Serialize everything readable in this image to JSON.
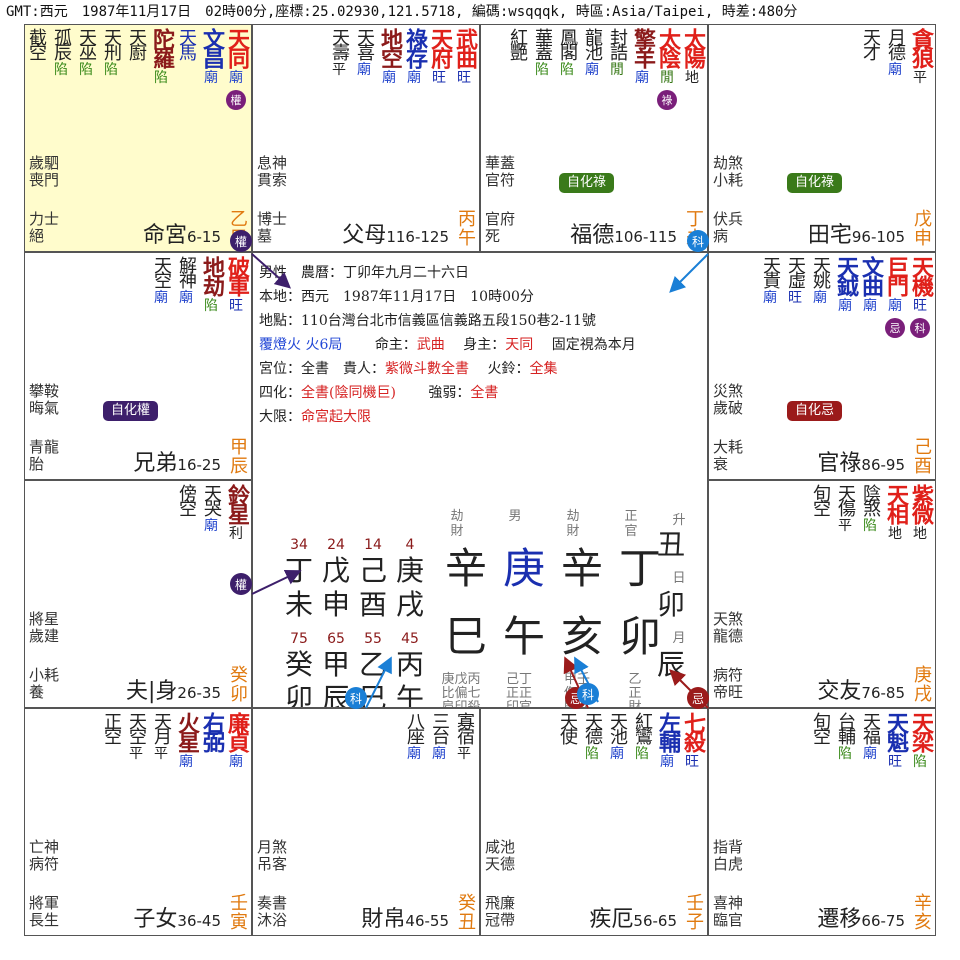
{
  "header": {
    "line": "GMT:西元　1987年11月17日　02時00分,座標:25.02930,121.5718, 編碼:wsqqqk, 時區:Asia/Taipei, 時差:480分"
  },
  "colors": {
    "major_red": "#e0201a",
    "major_blue": "#1a2fb0",
    "minor_dark": "#222",
    "maroon": "#8b1a1a",
    "temple": "#2244cc",
    "prosper": "#1a2fb0",
    "trap": "#3a8a1a",
    "purple": "#7a1f7a",
    "quan": "#3d1f6b",
    "ke": "#1a7fd6",
    "ji": "#9b1b1b",
    "lu_tag": "#3a7a1a",
    "zodiac": "#e07a10",
    "mingbg": "#fffccc"
  },
  "palaces": [
    {
      "id": "ming",
      "name": "命宮",
      "range": "6-15",
      "stem": "乙",
      "branch": "巳",
      "stars": [
        {
          "name": "天同",
          "color": "#e0201a",
          "major": true,
          "brightness": "廟",
          "bcolor": "#2244cc",
          "sihua": "權",
          "scolor": "#7a1f7a"
        },
        {
          "name": "文昌",
          "color": "#1a2fb0",
          "major": true,
          "brightness": "廟",
          "bcolor": "#2244cc"
        },
        {
          "name": "天馬",
          "color": "#1a2fb0",
          "major": false,
          "brightness": "",
          "bcolor": ""
        },
        {
          "name": "陀羅",
          "color": "#8b1a1a",
          "major": true,
          "brightness": "陷",
          "bcolor": "#3a8a1a"
        },
        {
          "name": "天廚",
          "color": "#222",
          "major": false,
          "brightness": "",
          "bcolor": ""
        },
        {
          "name": "天刑",
          "color": "#222",
          "major": false,
          "brightness": "陷",
          "bcolor": "#3a8a1a"
        },
        {
          "name": "天巫",
          "color": "#222",
          "major": false,
          "brightness": "陷",
          "bcolor": "#3a8a1a"
        },
        {
          "name": "孤辰",
          "color": "#222",
          "major": false,
          "brightness": "陷",
          "bcolor": "#3a8a1a"
        },
        {
          "name": "截空",
          "color": "#222",
          "major": false,
          "brightness": "",
          "bcolor": ""
        }
      ],
      "misc": [
        [
          "歲",
          "駟"
        ],
        [
          "喪",
          "門"
        ]
      ],
      "lower": [
        [
          "力",
          "士"
        ],
        [
          "絕"
        ]
      ],
      "tag": null
    },
    {
      "id": "fumu",
      "name": "父母",
      "range": "116-125",
      "stem": "丙",
      "branch": "午",
      "stars": [
        {
          "name": "武曲",
          "color": "#e0201a",
          "major": true,
          "brightness": "旺",
          "bcolor": "#1a2fb0"
        },
        {
          "name": "天府",
          "color": "#e0201a",
          "major": true,
          "brightness": "旺",
          "bcolor": "#1a2fb0"
        },
        {
          "name": "祿存",
          "color": "#1a2fb0",
          "major": true,
          "brightness": "廟",
          "bcolor": "#2244cc"
        },
        {
          "name": "地空",
          "color": "#8b1a1a",
          "major": true,
          "brightness": "廟",
          "bcolor": "#2244cc"
        },
        {
          "name": "天喜",
          "color": "#222",
          "major": false,
          "brightness": "廟",
          "bcolor": "#2244cc"
        },
        {
          "name": "天壽",
          "color": "#222",
          "major": false,
          "brightness": "平",
          "bcolor": "#222"
        }
      ],
      "misc": [
        [
          "息",
          "神"
        ],
        [
          "貫",
          "索"
        ]
      ],
      "lower": [
        [
          "博",
          "士"
        ],
        [
          "墓"
        ]
      ],
      "tag": null
    },
    {
      "id": "fude",
      "name": "福德",
      "range": "106-115",
      "stem": "丁",
      "branch": "未",
      "stars": [
        {
          "name": "太陽",
          "color": "#e0201a",
          "major": true,
          "brightness": "地",
          "bcolor": "#222"
        },
        {
          "name": "太陰",
          "color": "#e0201a",
          "major": true,
          "brightness": "閒",
          "bcolor": "#3a7a1a",
          "sihua": "祿",
          "scolor": "#7a1f7a"
        },
        {
          "name": "擎羊",
          "color": "#8b1a1a",
          "major": true,
          "brightness": "廟",
          "bcolor": "#2244cc"
        },
        {
          "name": "封誥",
          "color": "#222",
          "major": false,
          "brightness": "閒",
          "bcolor": "#3a7a1a"
        },
        {
          "name": "龍池",
          "color": "#222",
          "major": false,
          "brightness": "廟",
          "bcolor": "#2244cc"
        },
        {
          "name": "鳳閣",
          "color": "#222",
          "major": false,
          "brightness": "陷",
          "bcolor": "#3a8a1a"
        },
        {
          "name": "華蓋",
          "color": "#222",
          "major": false,
          "brightness": "陷",
          "bcolor": "#3a8a1a"
        },
        {
          "name": "紅艷",
          "color": "#222",
          "major": false,
          "brightness": "",
          "bcolor": ""
        }
      ],
      "misc": [
        [
          "華",
          "蓋"
        ],
        [
          "官",
          "符"
        ]
      ],
      "lower": [
        [
          "官",
          "府"
        ],
        [
          "死"
        ]
      ],
      "tag": {
        "label": "自化祿",
        "color": "#3a7a1a"
      }
    },
    {
      "id": "tianzhai",
      "name": "田宅",
      "range": "96-105",
      "stem": "戊",
      "branch": "申",
      "stars": [
        {
          "name": "貪狼",
          "color": "#e0201a",
          "major": true,
          "brightness": "平",
          "bcolor": "#222"
        },
        {
          "name": "月德",
          "color": "#222",
          "major": false,
          "brightness": "廟",
          "bcolor": "#2244cc"
        },
        {
          "name": "天才",
          "color": "#222",
          "major": false,
          "brightness": "",
          "bcolor": ""
        }
      ],
      "misc": [
        [
          "劫",
          "煞"
        ],
        [
          "小",
          "耗"
        ]
      ],
      "lower": [
        [
          "伏",
          "兵"
        ],
        [
          "病"
        ]
      ],
      "tag": {
        "label": "自化祿",
        "color": "#3a7a1a"
      }
    },
    {
      "id": "guanlu",
      "name": "官祿",
      "range": "86-95",
      "stem": "己",
      "branch": "酉",
      "stars": [
        {
          "name": "天機",
          "color": "#e0201a",
          "major": true,
          "brightness": "旺",
          "bcolor": "#1a2fb0",
          "sihua": "科",
          "scolor": "#7a1f7a"
        },
        {
          "name": "巨門",
          "color": "#e0201a",
          "major": true,
          "brightness": "廟",
          "bcolor": "#2244cc",
          "sihua": "忌",
          "scolor": "#7a1f7a"
        },
        {
          "name": "文曲",
          "color": "#1a2fb0",
          "major": true,
          "brightness": "廟",
          "bcolor": "#2244cc"
        },
        {
          "name": "天鉞",
          "color": "#1a2fb0",
          "major": true,
          "brightness": "廟",
          "bcolor": "#2244cc"
        },
        {
          "name": "天姚",
          "color": "#222",
          "major": false,
          "brightness": "廟",
          "bcolor": "#2244cc"
        },
        {
          "name": "天虛",
          "color": "#222",
          "major": false,
          "brightness": "旺",
          "bcolor": "#1a2fb0"
        },
        {
          "name": "天貴",
          "color": "#222",
          "major": false,
          "brightness": "廟",
          "bcolor": "#2244cc"
        }
      ],
      "misc": [
        [
          "災",
          "煞"
        ],
        [
          "歲",
          "破"
        ]
      ],
      "lower": [
        [
          "大",
          "耗"
        ],
        [
          "衰"
        ]
      ],
      "tag": {
        "label": "自化忌",
        "color": "#9b1b1b"
      }
    },
    {
      "id": "jiaoyou",
      "name": "交友",
      "range": "76-85",
      "stem": "庚",
      "branch": "戌",
      "stars": [
        {
          "name": "紫微",
          "color": "#e0201a",
          "major": true,
          "brightness": "地",
          "bcolor": "#222"
        },
        {
          "name": "天相",
          "color": "#e0201a",
          "major": true,
          "brightness": "地",
          "bcolor": "#222"
        },
        {
          "name": "陰煞",
          "color": "#222",
          "major": false,
          "brightness": "陷",
          "bcolor": "#3a8a1a"
        },
        {
          "name": "天傷",
          "color": "#222",
          "major": false,
          "brightness": "平",
          "bcolor": "#222"
        },
        {
          "name": "旬空",
          "color": "#222",
          "major": false,
          "brightness": "",
          "bcolor": ""
        }
      ],
      "misc": [
        [
          "天",
          "煞"
        ],
        [
          "龍",
          "德"
        ]
      ],
      "lower": [
        [
          "病",
          "符"
        ],
        [
          "帝",
          "旺"
        ]
      ],
      "tag": null
    },
    {
      "id": "qianyi",
      "name": "遷移",
      "range": "66-75",
      "stem": "辛",
      "branch": "亥",
      "stars": [
        {
          "name": "天梁",
          "color": "#e0201a",
          "major": true,
          "brightness": "陷",
          "bcolor": "#3a8a1a"
        },
        {
          "name": "天魁",
          "color": "#1a2fb0",
          "major": true,
          "brightness": "旺",
          "bcolor": "#1a2fb0"
        },
        {
          "name": "天福",
          "color": "#222",
          "major": false,
          "brightness": "廟",
          "bcolor": "#2244cc"
        },
        {
          "name": "台輔",
          "color": "#222",
          "major": false,
          "brightness": "陷",
          "bcolor": "#3a8a1a"
        },
        {
          "name": "旬空",
          "color": "#222",
          "major": false,
          "brightness": "",
          "bcolor": ""
        }
      ],
      "misc": [
        [
          "指",
          "背"
        ],
        [
          "白",
          "虎"
        ]
      ],
      "lower": [
        [
          "喜",
          "神"
        ],
        [
          "臨",
          "官"
        ]
      ],
      "tag": null
    },
    {
      "id": "jie",
      "name": "疾厄",
      "range": "56-65",
      "stem": "壬",
      "branch": "子",
      "stars": [
        {
          "name": "七殺",
          "color": "#e0201a",
          "major": true,
          "brightness": "旺",
          "bcolor": "#1a2fb0"
        },
        {
          "name": "左輔",
          "color": "#1a2fb0",
          "major": true,
          "brightness": "廟",
          "bcolor": "#2244cc"
        },
        {
          "name": "紅鸞",
          "color": "#222",
          "major": false,
          "brightness": "陷",
          "bcolor": "#3a8a1a"
        },
        {
          "name": "天池",
          "color": "#222",
          "major": false,
          "brightness": "廟",
          "bcolor": "#2244cc"
        },
        {
          "name": "天德",
          "color": "#222",
          "major": false,
          "brightness": "陷",
          "bcolor": "#3a8a1a"
        },
        {
          "name": "天使",
          "color": "#222",
          "major": false,
          "brightness": "",
          "bcolor": ""
        }
      ],
      "misc": [
        [
          "咸",
          "池"
        ],
        [
          "天",
          "德"
        ]
      ],
      "lower": [
        [
          "飛",
          "廉"
        ],
        [
          "冠",
          "帶"
        ]
      ],
      "tag": null
    },
    {
      "id": "caibo",
      "name": "財帛",
      "range": "46-55",
      "stem": "癸",
      "branch": "丑",
      "stars": [
        {
          "name": "寡宿",
          "color": "#222",
          "major": false,
          "brightness": "平",
          "bcolor": "#222"
        },
        {
          "name": "三台",
          "color": "#222",
          "major": false,
          "brightness": "廟",
          "bcolor": "#2244cc"
        },
        {
          "name": "八座",
          "color": "#222",
          "major": false,
          "brightness": "廟",
          "bcolor": "#2244cc"
        }
      ],
      "misc": [
        [
          "月",
          "煞"
        ],
        [
          "吊",
          "客"
        ]
      ],
      "lower": [
        [
          "奏",
          "書"
        ],
        [
          "沐",
          "浴"
        ]
      ],
      "tag": null
    },
    {
      "id": "zinv",
      "name": "子女",
      "range": "36-45",
      "stem": "壬",
      "branch": "寅",
      "stars": [
        {
          "name": "廉貞",
          "color": "#e0201a",
          "major": true,
          "brightness": "廟",
          "bcolor": "#2244cc"
        },
        {
          "name": "右弼",
          "color": "#1a2fb0",
          "major": true,
          "brightness": "",
          "bcolor": ""
        },
        {
          "name": "火星",
          "color": "#8b1a1a",
          "major": true,
          "brightness": "廟",
          "bcolor": "#2244cc"
        },
        {
          "name": "天月",
          "color": "#222",
          "major": false,
          "brightness": "平",
          "bcolor": "#222"
        },
        {
          "name": "天空",
          "color": "#222",
          "major": false,
          "brightness": "平",
          "bcolor": "#222"
        },
        {
          "name": "正空",
          "color": "#222",
          "major": false,
          "brightness": "",
          "bcolor": ""
        }
      ],
      "misc": [
        [
          "亡",
          "神"
        ],
        [
          "病",
          "符"
        ]
      ],
      "lower": [
        [
          "將",
          "軍"
        ],
        [
          "長",
          "生"
        ]
      ],
      "tag": null
    },
    {
      "id": "fuqi",
      "name": "夫|身",
      "range": "26-35",
      "stem": "癸",
      "branch": "卯",
      "stars": [
        {
          "name": "鈴星",
          "color": "#8b1a1a",
          "major": true,
          "brightness": "利",
          "bcolor": "#222"
        },
        {
          "name": "天哭",
          "color": "#222",
          "major": false,
          "brightness": "廟",
          "bcolor": "#2244cc"
        },
        {
          "name": "傍空",
          "color": "#222",
          "major": false,
          "brightness": "",
          "bcolor": ""
        }
      ],
      "misc": [
        [
          "將",
          "星"
        ],
        [
          "歲",
          "建"
        ]
      ],
      "lower": [
        [
          "小",
          "耗"
        ],
        [
          "養"
        ]
      ],
      "tag": null
    },
    {
      "id": "xiongdi",
      "name": "兄弟",
      "range": "16-25",
      "stem": "甲",
      "branch": "辰",
      "stars": [
        {
          "name": "破軍",
          "color": "#e0201a",
          "major": true,
          "brightness": "旺",
          "bcolor": "#1a2fb0"
        },
        {
          "name": "地劫",
          "color": "#8b1a1a",
          "major": true,
          "brightness": "陷",
          "bcolor": "#3a8a1a"
        },
        {
          "name": "解神",
          "color": "#222",
          "major": false,
          "brightness": "廟",
          "bcolor": "#2244cc"
        },
        {
          "name": "天空",
          "color": "#222",
          "major": false,
          "brightness": "廟",
          "bcolor": "#2244cc"
        }
      ],
      "misc": [
        [
          "攀",
          "鞍"
        ],
        [
          "晦",
          "氣"
        ]
      ],
      "lower": [
        [
          "青",
          "龍"
        ],
        [
          "胎"
        ]
      ],
      "tag": {
        "label": "自化權",
        "color": "#3d1f6b"
      }
    }
  ],
  "center": {
    "lines": [
      {
        "label": "男性　農曆：丁卯年九月二十六日",
        "color": "#222"
      },
      {
        "label": "本地：西元　1987年11月17日　10時00分",
        "color": "#222"
      },
      {
        "label": "地點：110台灣台北市信義區信義路五段150巷2-11號",
        "color": "#222"
      }
    ],
    "l4_a": "覆燈火 火6局",
    "l4_b": "命主：",
    "l4_c": "武曲",
    "l4_d": "身主：",
    "l4_e": "天同",
    "l4_f": "固定視為本月",
    "l5_a": "宮位：全書　貴人：",
    "l5_b": "紫微斗數全書",
    "l5_c": "火鈴：",
    "l5_d": "全集",
    "l6_a": "四化：",
    "l6_b": "全書(陰同機巨)",
    "l6_c": "強弱：",
    "l6_d": "全書",
    "l7_a": "大限：",
    "l7_b": "命宮起大限",
    "tengods_top": [
      "劫財",
      "男",
      "劫財",
      "正官"
    ],
    "pillars_stem": [
      "辛",
      "庚",
      "辛",
      "丁"
    ],
    "pillars_branch": [
      "巳",
      "午",
      "亥",
      "卯"
    ],
    "hidden": [
      [
        "庚戊丙",
        "比偏七",
        "肩印殺"
      ],
      [
        "己丁",
        "正正",
        "印官"
      ],
      [
        "甲壬",
        "傷劫",
        "財財"
      ],
      [
        "乙",
        "正",
        "財"
      ]
    ],
    "luck_ages_top": [
      "34",
      "24",
      "14",
      "4"
    ],
    "luck_stems_top": [
      "丁",
      "戊",
      "己",
      "庚"
    ],
    "luck_branches_top": [
      "未",
      "申",
      "酉",
      "戌"
    ],
    "luck_ages_bottom": [
      "75",
      "65",
      "55",
      "45"
    ],
    "luck_stems_bottom": [
      "癸",
      "甲",
      "乙",
      "丙"
    ],
    "luck_branches_bottom": [
      "卯",
      "辰",
      "巳",
      "午"
    ],
    "sheng_label": "升",
    "sheng_char": "丑",
    "ri_label": "日",
    "ri_char": "卯",
    "yue_label": "月",
    "yue_char": "辰"
  },
  "markers": [
    {
      "label": "權",
      "color": "#3d1f6b"
    },
    {
      "label": "科",
      "color": "#1a7fd6"
    },
    {
      "label": "權",
      "color": "#3d1f6b"
    },
    {
      "label": "科",
      "color": "#1a7fd6"
    },
    {
      "label": "忌",
      "color": "#9b1b1b"
    },
    {
      "label": "科",
      "color": "#1a7fd6"
    },
    {
      "label": "忌",
      "color": "#9b1b1b"
    }
  ]
}
